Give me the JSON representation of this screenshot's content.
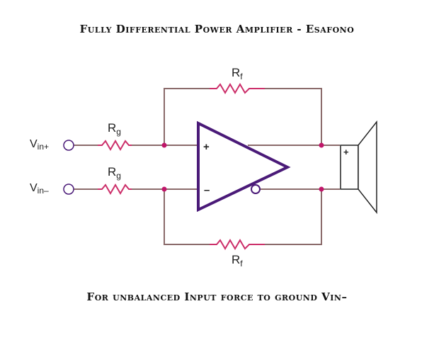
{
  "title": "Fully Differential Power Amplifier - Esafono",
  "note": "For unbalanced Input force to ground Vin–",
  "labels": {
    "rf_top": {
      "main": "R",
      "sub": "f"
    },
    "rf_bottom": {
      "main": "R",
      "sub": "f"
    },
    "rg_top": {
      "main": "R",
      "sub": "g"
    },
    "rg_bottom": {
      "main": "R",
      "sub": "g"
    },
    "vin_plus": {
      "main": "V",
      "sub": "in+"
    },
    "vin_minus": {
      "main": "V",
      "sub": "in–"
    },
    "opamp_plus": "+",
    "opamp_minus": "–",
    "speaker_plus": "+"
  },
  "colors": {
    "wire": "#8b6b6b",
    "resistor": "#cc2f6a",
    "node": "#c0166a",
    "opamp": "#4a1a78",
    "ink": "#222222"
  }
}
